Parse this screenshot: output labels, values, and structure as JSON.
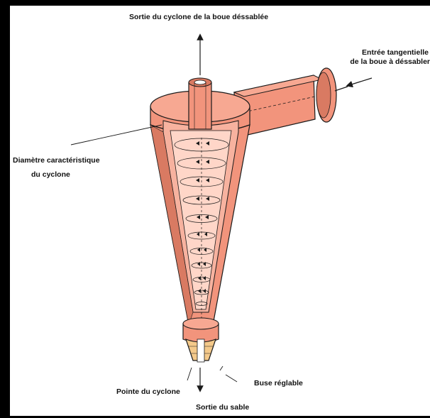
{
  "labels": {
    "top_outlet": "Sortie du cyclone de la boue déssablée",
    "inlet_line1": "Entrée tangentielle",
    "inlet_line2": "de la boue à déssabler",
    "diameter_line1": "Diamètre caractéristique",
    "diameter_line2": "du cyclone",
    "nozzle": "Buse réglable",
    "apex": "Pointe du cyclone",
    "sand_outlet": "Sortie du sable"
  },
  "colors": {
    "body": "#f2947c",
    "body_dark": "#d97a62",
    "interior": "#f7b29f",
    "nozzle": "#f4c98a",
    "stroke": "#1a1a1a",
    "frame": "#000000",
    "background": "#ffffff"
  }
}
